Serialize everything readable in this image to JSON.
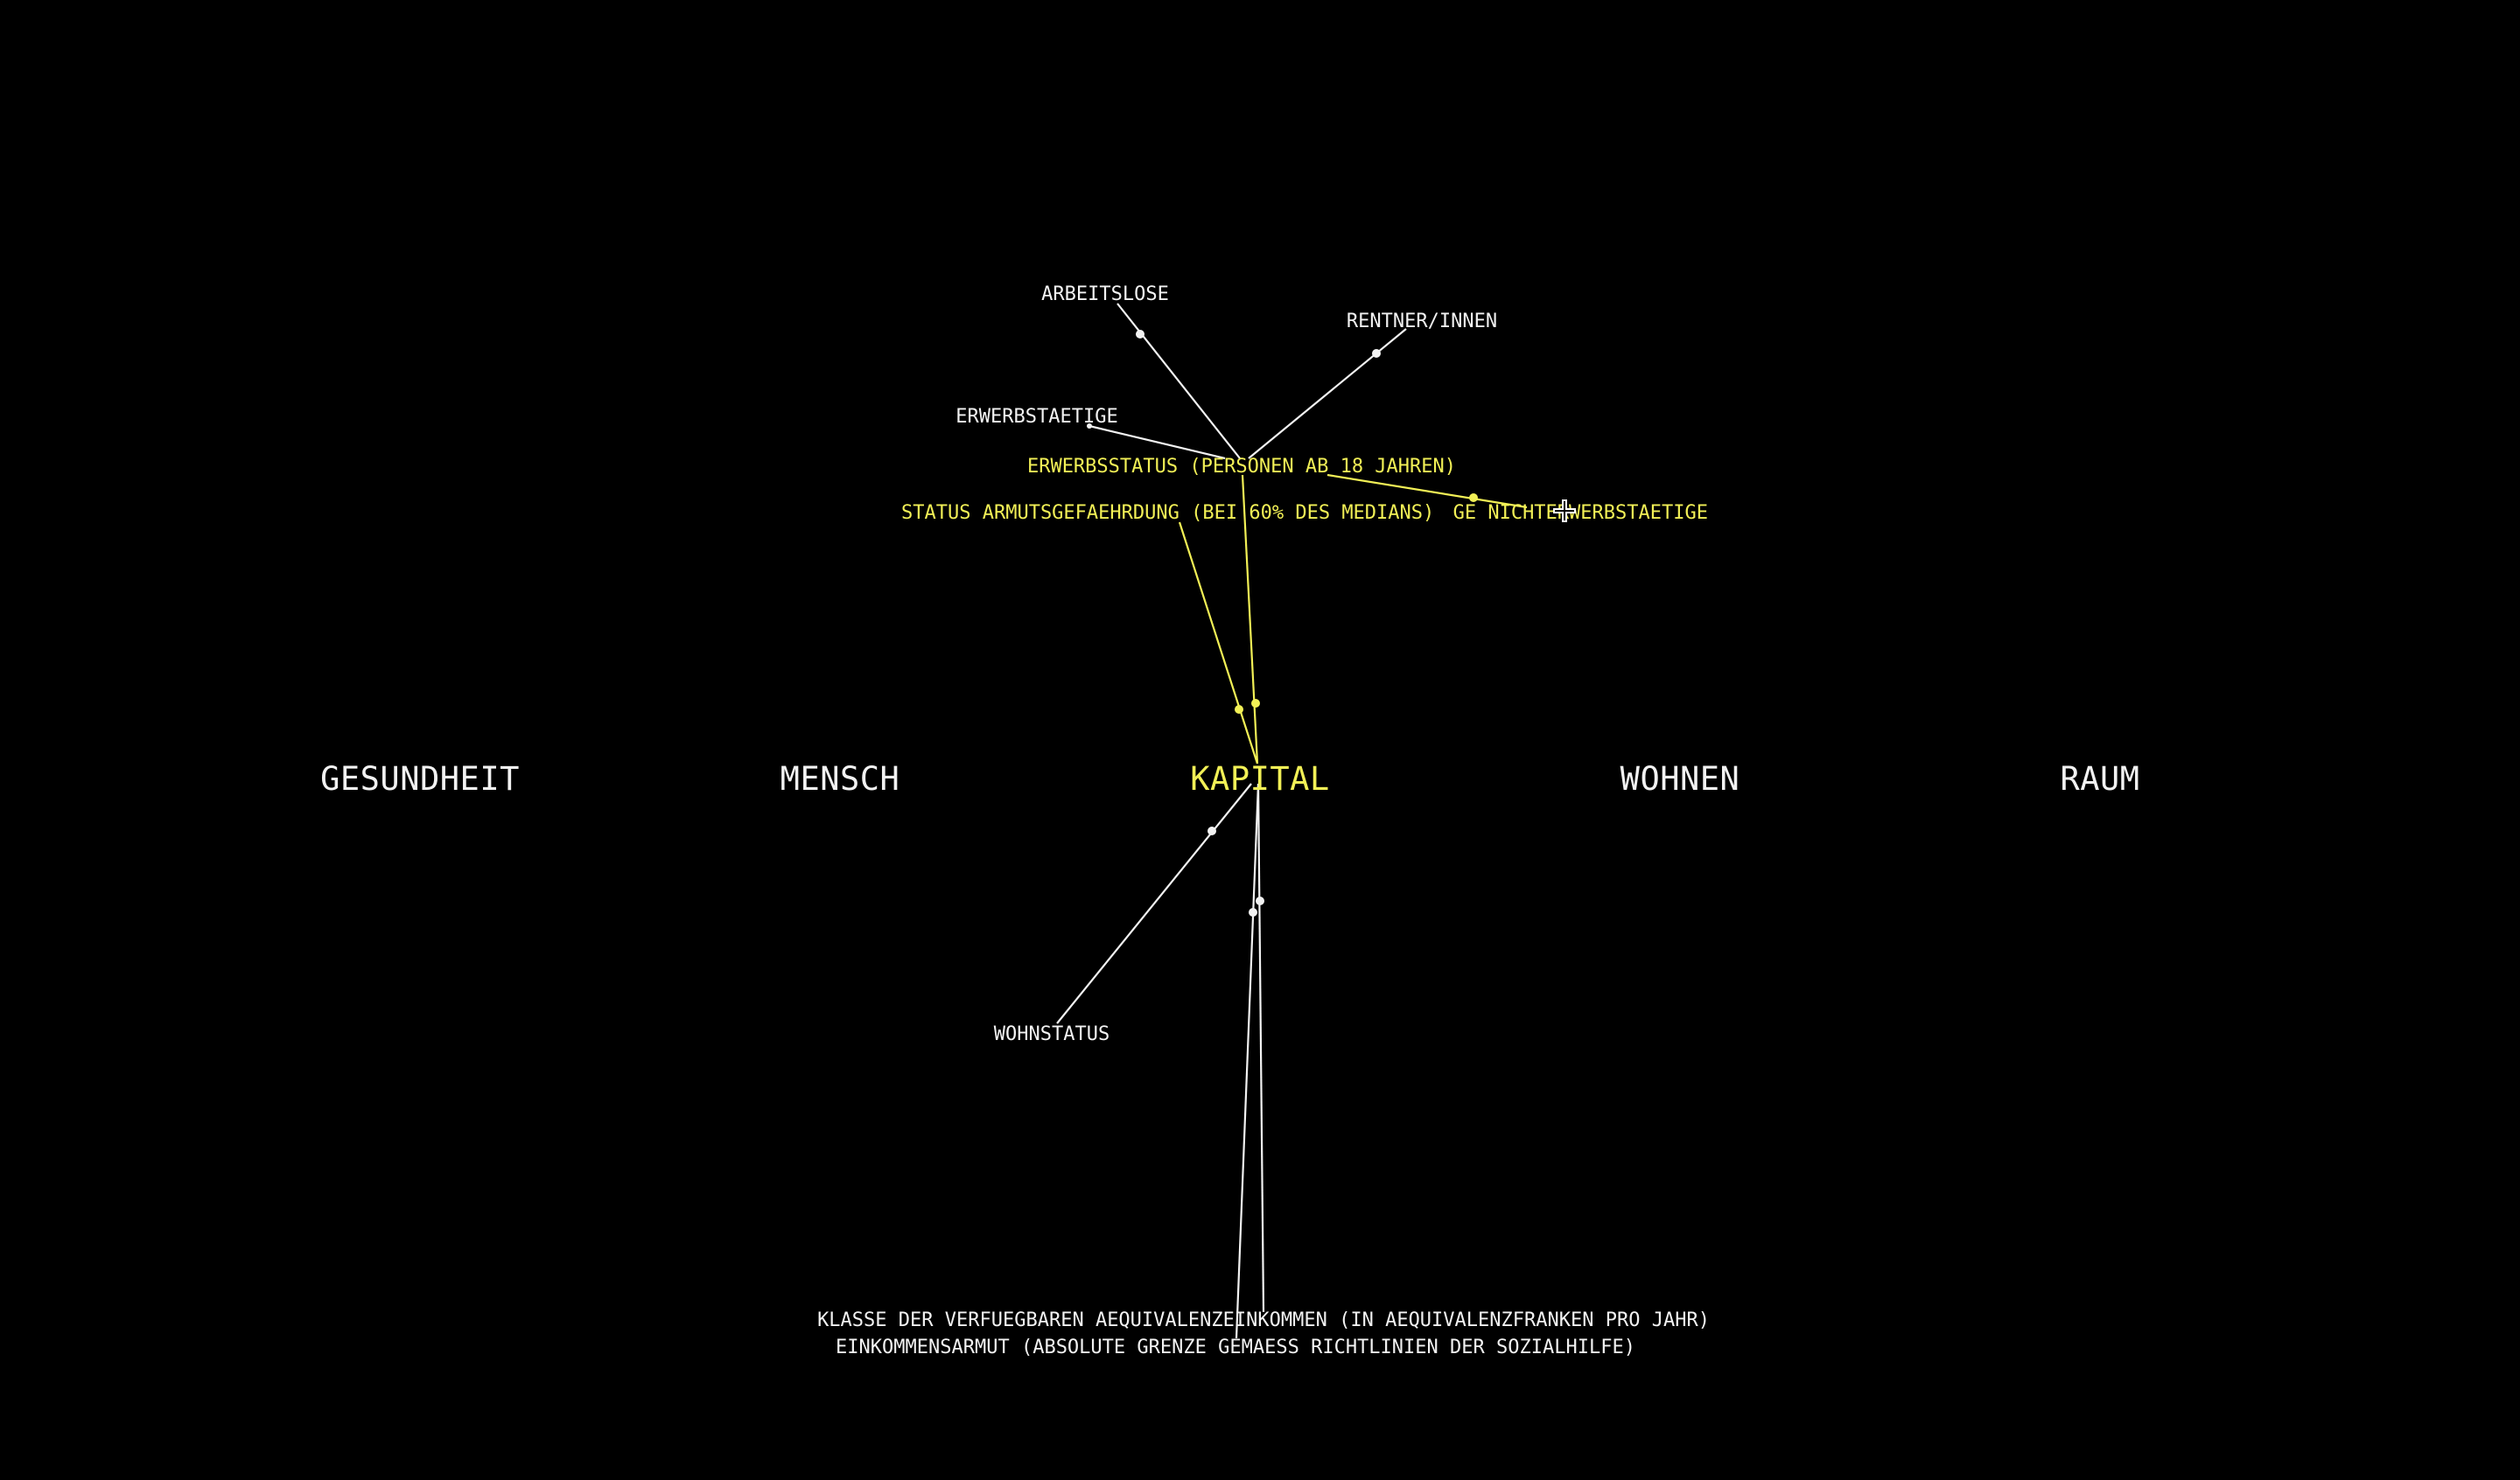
{
  "colors": {
    "background": "#000000",
    "default": "#f2f2f2",
    "active": "#f2f056"
  },
  "categories": [
    {
      "key": "gesundheit",
      "label": "GESUNDHEIT",
      "active": false
    },
    {
      "key": "mensch",
      "label": "MENSCH",
      "active": false
    },
    {
      "key": "kapital",
      "label": "KAPITAL",
      "active": true
    },
    {
      "key": "wohnen",
      "label": "WOHNEN",
      "active": false
    },
    {
      "key": "raum",
      "label": "RAUM",
      "active": false
    }
  ],
  "nodes": {
    "arbeitslose": {
      "label": "ARBEITSLOSE",
      "active": false
    },
    "rentner": {
      "label": "RENTNER/INNEN",
      "active": false
    },
    "erwerbstaetige": {
      "label": "ERWERBSTAETIGE",
      "active": false
    },
    "erwerbsstatus": {
      "label": "ERWERBSSTATUS (PERSONEN AB 18 JAHREN)",
      "active": true
    },
    "armutsgefaehrdung": {
      "label": "STATUS ARMUTSGEFAEHRDUNG (BEI 60% DES MEDIANS)",
      "active": true
    },
    "nichterwerbstaetige": {
      "label": "GE NICHTERWERBSTAETIGE",
      "active": true
    },
    "wohnstatus": {
      "label": "WOHNSTATUS",
      "active": false
    },
    "klasse": {
      "label": "KLASSE DER VERFUEGBAREN AEQUIVALENZEINKOMMEN (IN AEQUIVALENZFRANKEN PRO JAHR)",
      "active": false
    },
    "einkommensarmut": {
      "label": "EINKOMMENSARMUT (ABSOLUTE GRENZE GEMAESS RICHTLINIEN DER SOZIALHILFE)",
      "active": false
    }
  },
  "cursor_icon": "crosshair-move-icon"
}
